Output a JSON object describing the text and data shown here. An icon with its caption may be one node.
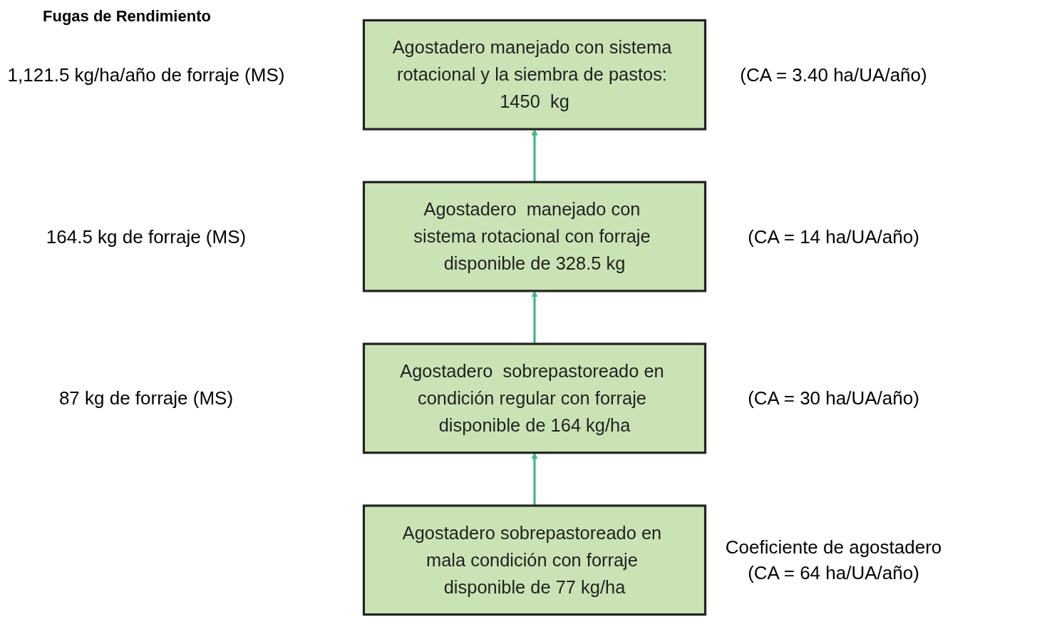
{
  "diagram": {
    "title": "Fugas de Rendimiento",
    "nodes": [
      {
        "text": [
          "Agostadero manejado con sistema rotacional y la siembra de pastos: 1450  kg"
        ],
        "beside": [
          "(CA = 3.40 ha/UA/año)"
        ]
      },
      {
        "text": [
          "Agostadero  manejado con sistema rotacional con forraje disponible de 328.5 kg"
        ],
        "beside": [
          "(CA = 14 ha/UA/año)"
        ]
      },
      {
        "text": [
          "Agostadero  sobrepastoreado en condición regular con forraje disponible de 164 kg/ha"
        ],
        "beside": [
          "(CA = 30 ha/UA/año)"
        ]
      },
      {
        "text": [
          "Agostadero sobrepastoreado en mala condición con forraje disponible de 77 kg/ha"
        ],
        "beside": [
          "Coeficiente de agostadero (CA = 64 ha/UA/año)"
        ]
      }
    ],
    "edges": [
      {
        "from": 1,
        "to": 0,
        "arrow": "to",
        "color": "#3dbb80"
      },
      {
        "from": 2,
        "to": 1,
        "arrow": "to",
        "color": "#3dbb80"
      },
      {
        "from": 3,
        "to": 2,
        "arrow": "to",
        "color": "#3dbb80"
      }
    ],
    "labels": [
      "1,121.5 kg/ha/año de forraje (MS)",
      "164.5 kg de forraje (MS)",
      "87 kg de forraje (MS)"
    ]
  }
}
